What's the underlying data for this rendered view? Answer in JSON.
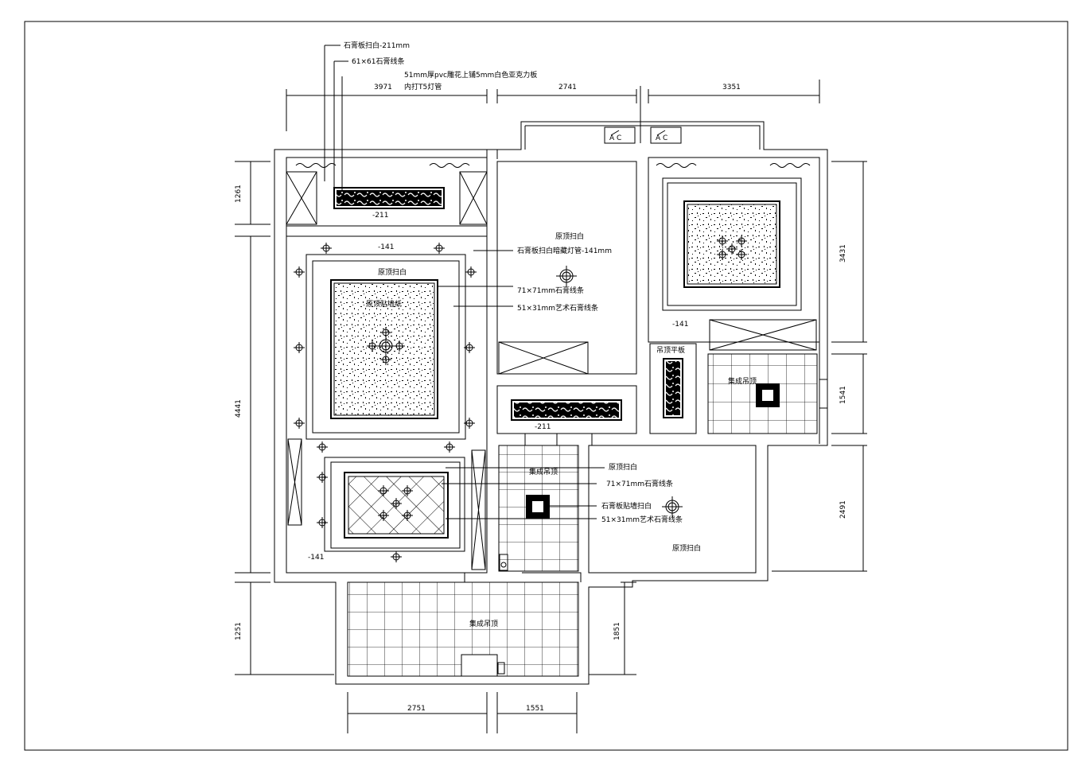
{
  "labels": {
    "top1": "石膏板扫白-211mm",
    "top2": "61×61石膏线条",
    "top3": "51mm厚pvc雕花上铺5mm白色亚克力板",
    "top4": "内打T5灯管",
    "c_kitchen": "原顶扫白",
    "c_kitchen_note": "石膏板扫白暗藏灯管-141mm",
    "c_living_top": "原顶扫白",
    "c_living_inner": "原顶贴墙纸",
    "note_71": "71×71mm石膏线条",
    "note_51": "51×31mm艺术石膏线条",
    "c_hall": "吊顶平板",
    "c_bath1": "集成吊顶",
    "c_bath2": "集成吊顶",
    "c_balcony": "集成吊顶",
    "c_room_r": "原顶扫白",
    "c_room_r2": "原顶扫白",
    "note_71b": "71×71mm石膏线条",
    "note_board": "石膏板贴墙扫白",
    "note_51b": "51×31mm艺术石膏线条",
    "lv_211a": "-211",
    "lv_211b": "-211",
    "lv_141a": "-141",
    "lv_141b": "-141",
    "lv_141c": "-141",
    "ac1": "A  C",
    "ac2": "A  C"
  },
  "dims": {
    "t1": "3971",
    "t2": "2741",
    "t3": "3351",
    "l1": "1261",
    "l2": "4441",
    "l3": "1251",
    "r1": "3431",
    "r2": "1541",
    "r3": "2491",
    "bm": "1851",
    "b1": "2751",
    "b2": "1551"
  }
}
